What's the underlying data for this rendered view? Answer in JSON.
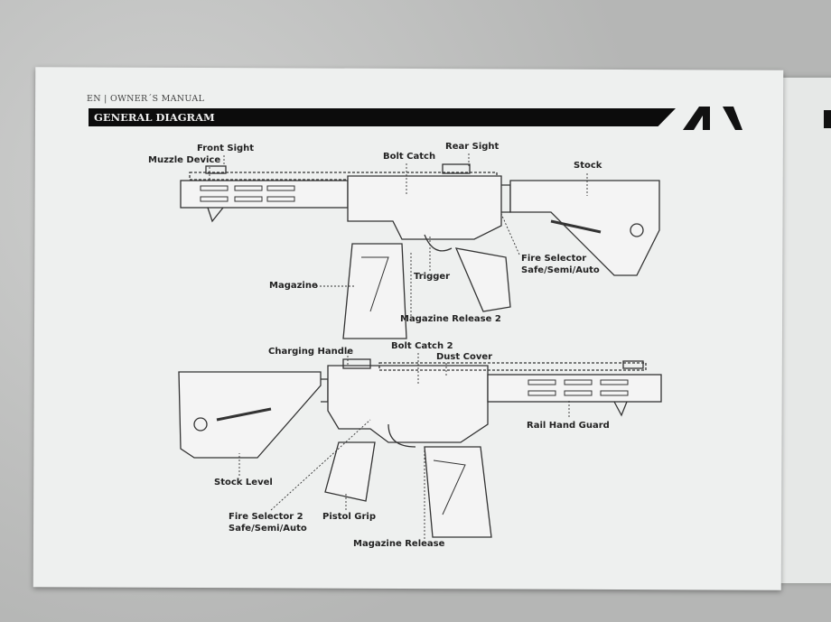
{
  "header": {
    "manual": "EN | OWNER´S MANUAL",
    "section": "GENERAL DIAGRAM"
  },
  "labels": {
    "front_sight": "Front Sight",
    "muzzle_device": "Muzzle Device",
    "bolt_catch": "Bolt Catch",
    "rear_sight": "Rear Sight",
    "stock": "Stock",
    "fire_selector": "Fire Selector",
    "fire_selector_modes": "Safe/Semi/Auto",
    "trigger": "Trigger",
    "magazine": "Magazine",
    "magazine_release_2": "Magazine Release 2",
    "charging_handle": "Charging Handle",
    "bolt_catch_2": "Bolt Catch 2",
    "dust_cover": "Dust Cover",
    "rail_hand_guard": "Rail Hand Guard",
    "stock_level": "Stock Level",
    "fire_selector_2": "Fire Selector 2",
    "fire_selector_2_modes": "Safe/Semi/Auto",
    "pistol_grip": "Pistol Grip",
    "magazine_release": "Magazine Release"
  }
}
